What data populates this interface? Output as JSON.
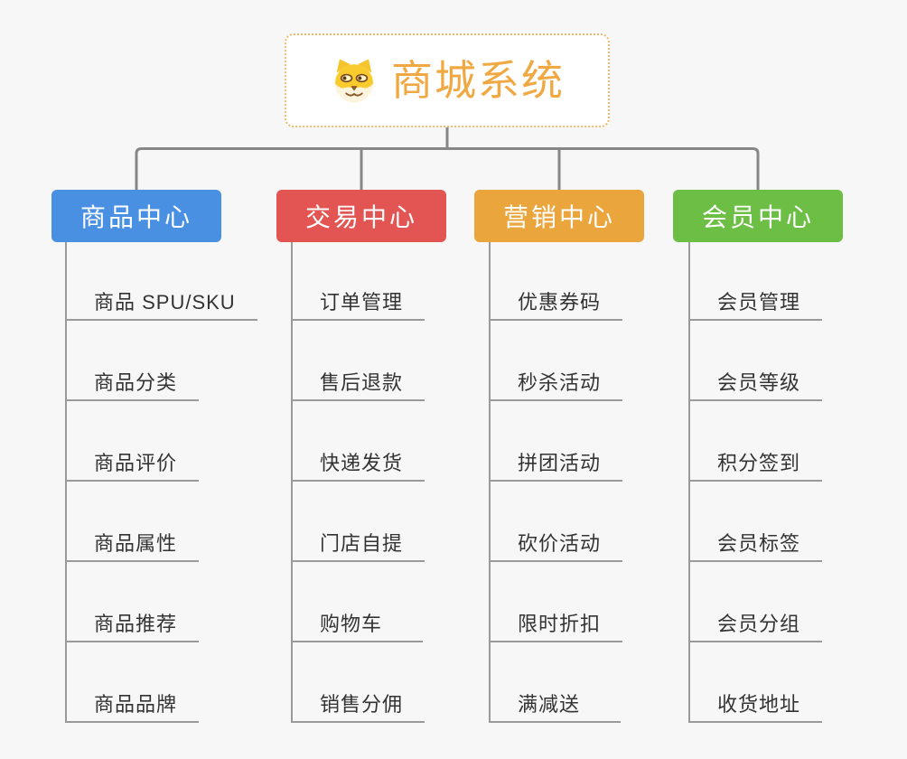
{
  "root": {
    "title": "商城系统",
    "icon": "dog-face-icon"
  },
  "branches": [
    {
      "label": "商品中心",
      "color": "#4a90e2",
      "children": [
        "商品 SPU/SKU",
        "商品分类",
        "商品评价",
        "商品属性",
        "商品推荐",
        "商品品牌"
      ]
    },
    {
      "label": "交易中心",
      "color": "#e25552",
      "children": [
        "订单管理",
        "售后退款",
        "快递发货",
        "门店自提",
        "购物车",
        "销售分佣"
      ]
    },
    {
      "label": "营销中心",
      "color": "#eaa53d",
      "children": [
        "优惠券码",
        "秒杀活动",
        "拼团活动",
        "砍价活动",
        "限时折扣",
        "满减送"
      ]
    },
    {
      "label": "会员中心",
      "color": "#6cbe45",
      "children": [
        "会员管理",
        "会员等级",
        "积分签到",
        "会员标签",
        "会员分组",
        "收货地址"
      ]
    }
  ],
  "colors": {
    "background": "#f7f7f7",
    "root_text": "#f0a843",
    "root_border": "#f3b96b",
    "connector": "#878787",
    "leaf_line": "#9a9a9a",
    "leaf_text": "#333333"
  }
}
